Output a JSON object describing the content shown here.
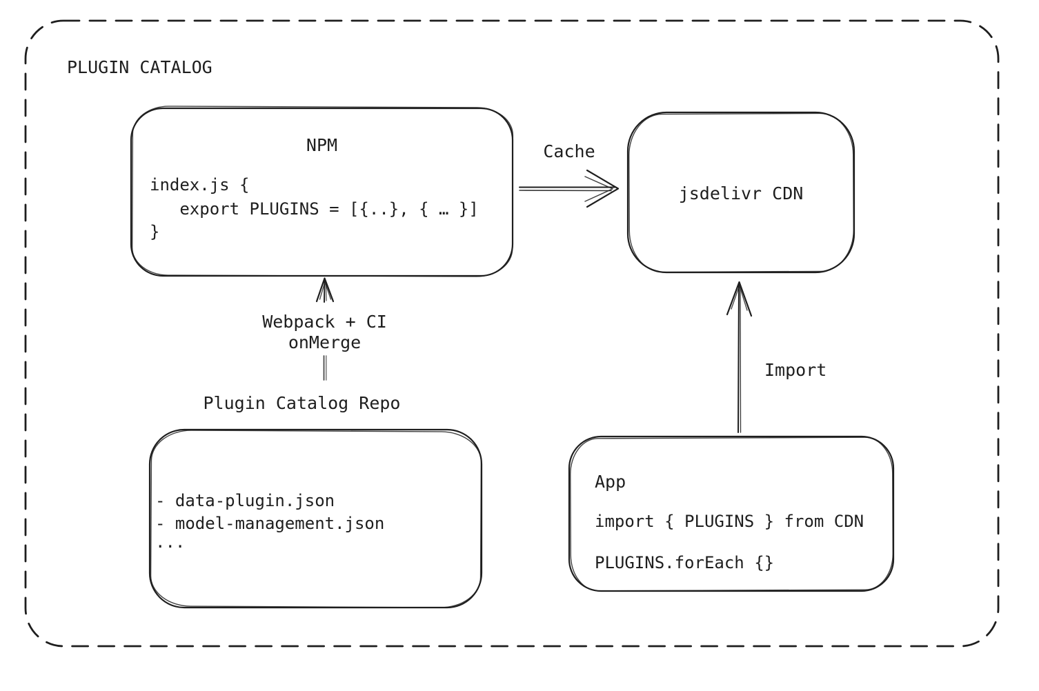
{
  "diagram": {
    "title": "PLUGIN CATALOG",
    "colors": {
      "stroke": "#1e1e1e",
      "background": "#ffffff",
      "connector_muted": "#6b6b6b"
    },
    "nodes": {
      "npm": {
        "title": "NPM",
        "code_lines": [
          "index.js {",
          "   export PLUGINS = [{..}, { … }]",
          "}"
        ]
      },
      "cdn": {
        "label": "jsdelivr CDN"
      },
      "repo": {
        "title": "Plugin Catalog Repo",
        "items": [
          "- data-plugin.json",
          "- model-management.json",
          "..."
        ]
      },
      "app": {
        "title": "App",
        "code_lines": [
          "import { PLUGINS } from CDN",
          "PLUGINS.forEach {}"
        ]
      }
    },
    "edges": {
      "cache": {
        "label": "Cache",
        "from": "NPM",
        "to": "jsdelivr CDN"
      },
      "webpack": {
        "label_line1": "Webpack + CI",
        "label_line2": "onMerge",
        "from": "Plugin Catalog Repo",
        "to": "NPM"
      },
      "import": {
        "label": "Import",
        "from": "App",
        "to": "jsdelivr CDN"
      }
    }
  }
}
